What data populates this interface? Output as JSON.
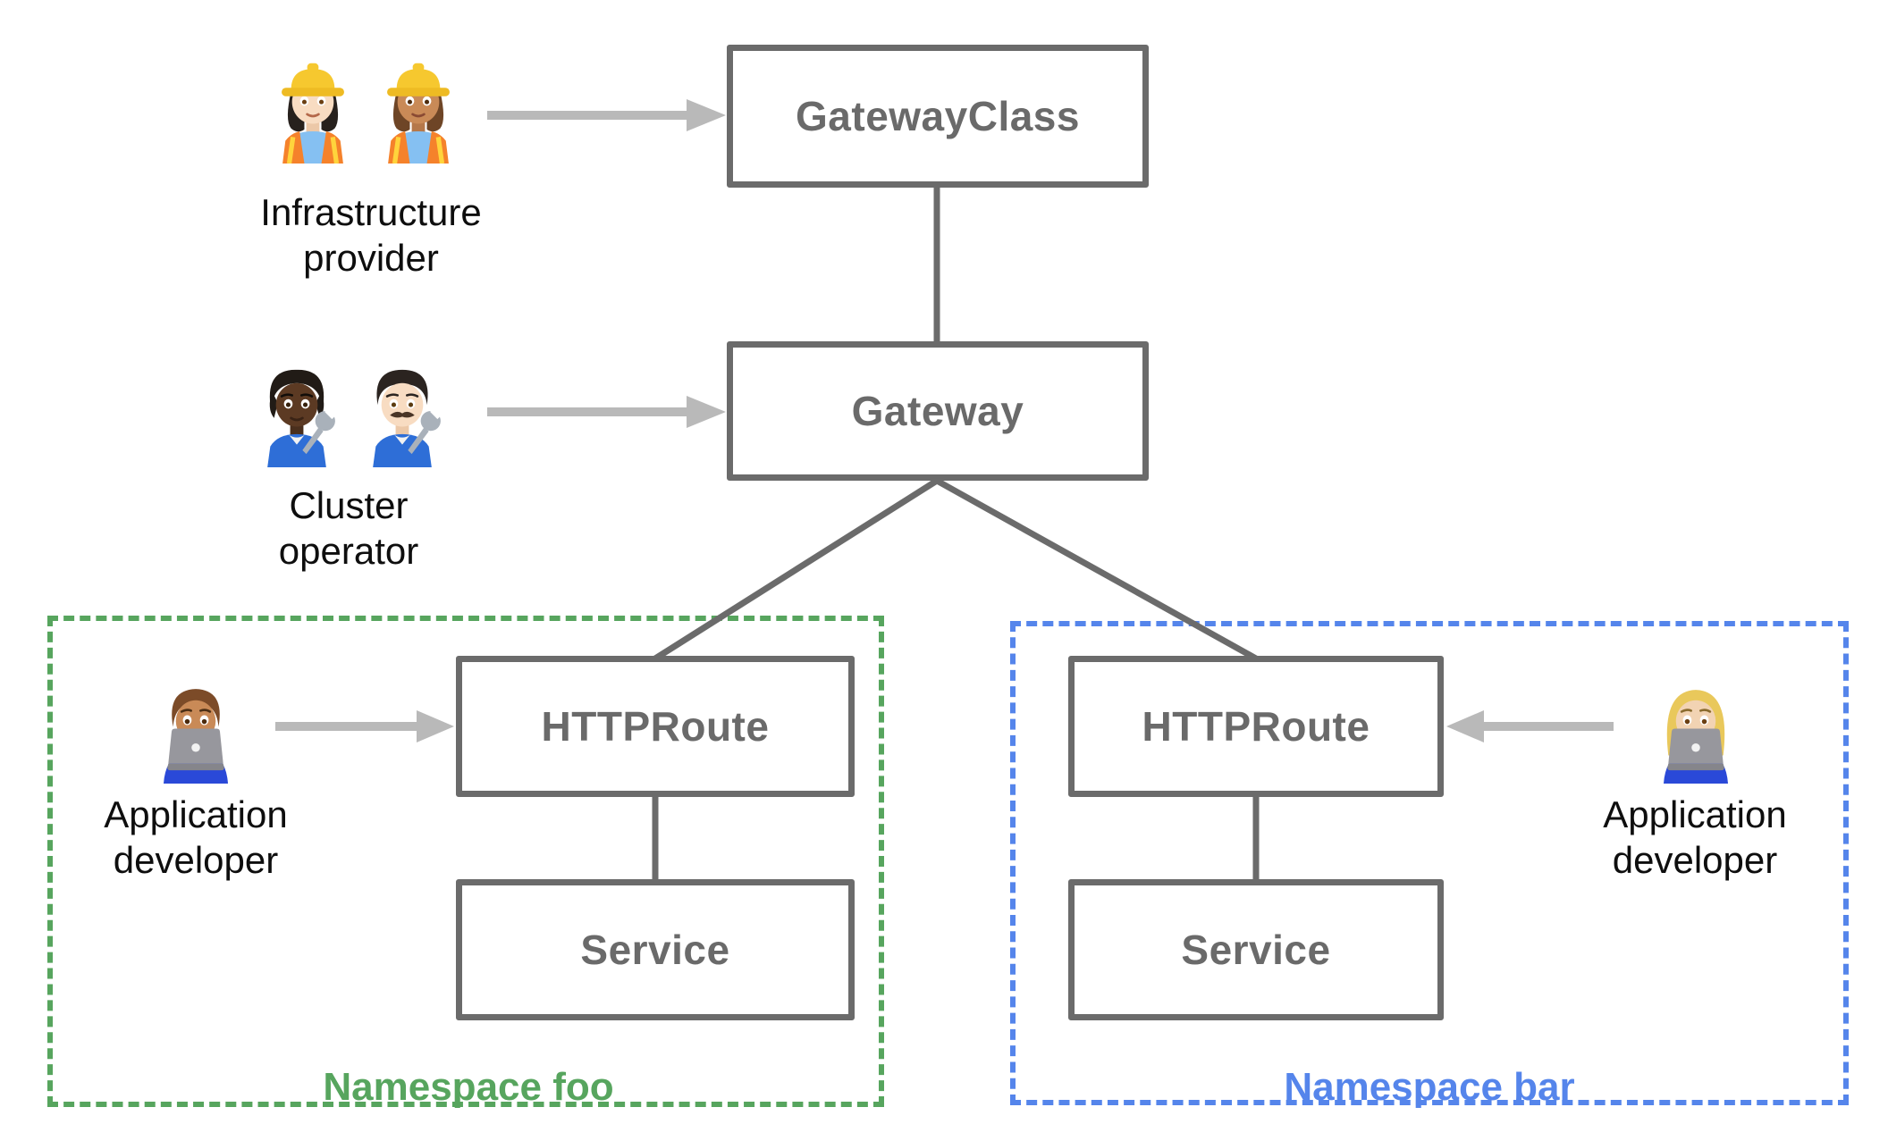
{
  "nodes": {
    "gatewayclass": "GatewayClass",
    "gateway": "Gateway",
    "httproute_foo": "HTTPRoute",
    "service_foo": "Service",
    "httproute_bar": "HTTPRoute",
    "service_bar": "Service"
  },
  "namespaces": {
    "foo": {
      "label": "Namespace foo"
    },
    "bar": {
      "label": "Namespace bar"
    }
  },
  "personas": {
    "infrastructure_provider": {
      "label": "Infrastructure\nprovider",
      "icons": [
        "woman-construction-worker-light-skin-emoji",
        "woman-construction-worker-medium-skin-emoji"
      ]
    },
    "cluster_operator": {
      "label": "Cluster\noperator",
      "icons": [
        "mechanic-dark-skin-emoji",
        "man-mechanic-light-skin-emoji"
      ]
    },
    "application_developer_foo": {
      "label": "Application\ndeveloper",
      "icons": [
        "man-technologist-medium-skin-emoji"
      ]
    },
    "application_developer_bar": {
      "label": "Application\ndeveloper",
      "icons": [
        "woman-technologist-light-skin-emoji"
      ]
    }
  },
  "colors": {
    "node-border": "#6b6b6b",
    "node-text": "#6a6a6a",
    "arrow": "#b9b9b9",
    "ns-foo": "#57a55e",
    "ns-bar": "#5585eb",
    "label-text": "#0e0e0e"
  }
}
